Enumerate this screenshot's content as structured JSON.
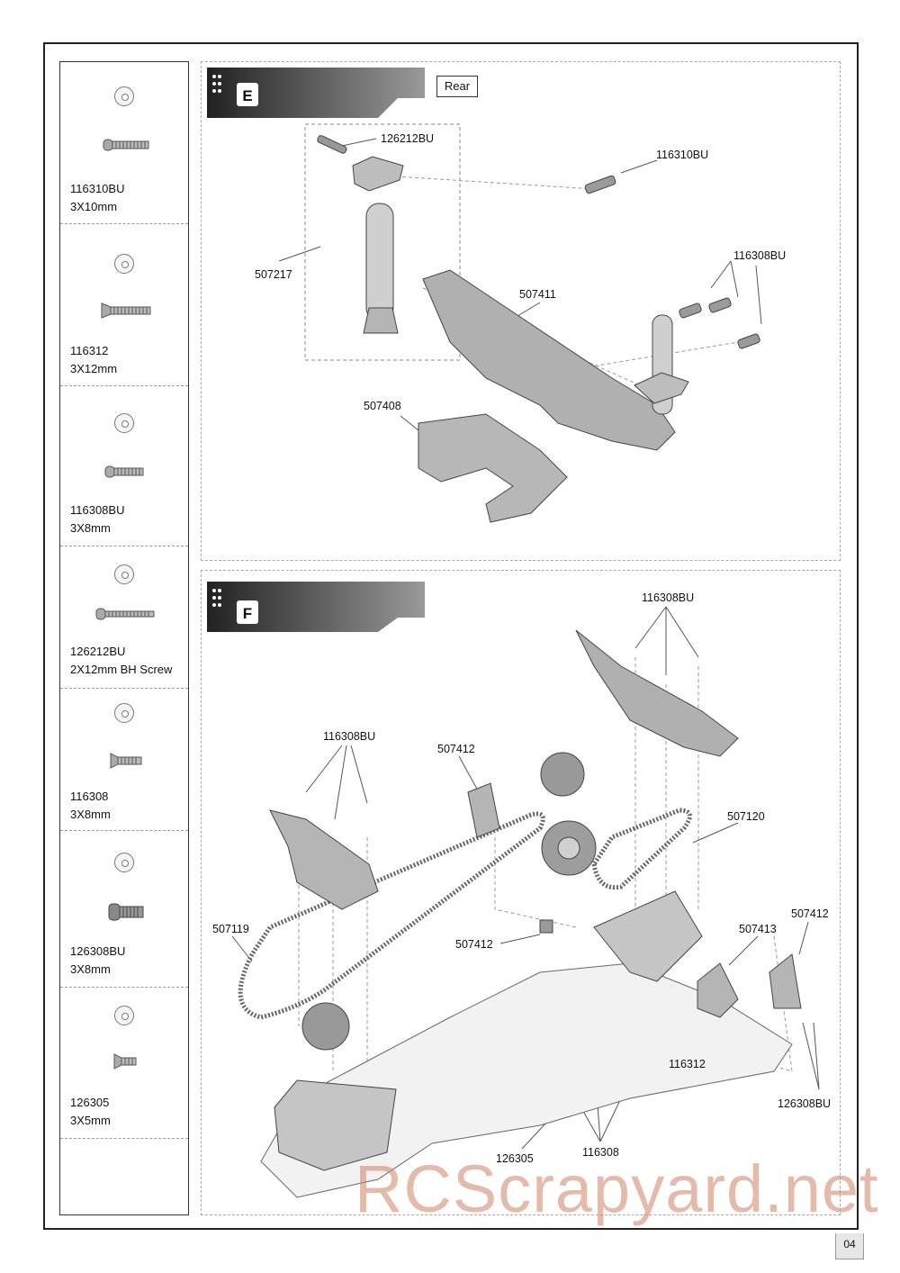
{
  "parts": [
    {
      "code": "116310BU",
      "size": "3X10mm",
      "head": "button"
    },
    {
      "code": "116312",
      "size": "3X12mm",
      "head": "countersunk"
    },
    {
      "code": "116308BU",
      "size": "3X8mm",
      "head": "button"
    },
    {
      "code": "126212BU",
      "size": "2X12mm BH Screw",
      "head": "button"
    },
    {
      "code": "116308",
      "size": "3X8mm",
      "head": "countersunk"
    },
    {
      "code": "126308BU",
      "size": "3X8mm",
      "head": "button"
    },
    {
      "code": "126305",
      "size": "3X5mm",
      "head": "countersunk"
    }
  ],
  "step_e": {
    "letter": "E",
    "rear_label": "Rear",
    "labels": {
      "screw_a": "126212BU",
      "screw_b": "116310BU",
      "post": "507217",
      "screw_c": "116308BU",
      "brace": "507411",
      "mount": "507408"
    }
  },
  "step_f": {
    "letter": "F",
    "labels": {
      "screws_top": "116308BU",
      "screws_left": "116308BU",
      "mount_center": "507412",
      "belt_right": "507120",
      "belt_left": "507119",
      "mount_right": "507412",
      "motor_mount": "507413",
      "spacer": "507412",
      "screw_motor": "116312",
      "screws_right": "126308BU",
      "screw_chassis": "126305",
      "screws_chassis": "116308"
    }
  },
  "watermark": "RCScrapyard.net",
  "page_number": "04"
}
